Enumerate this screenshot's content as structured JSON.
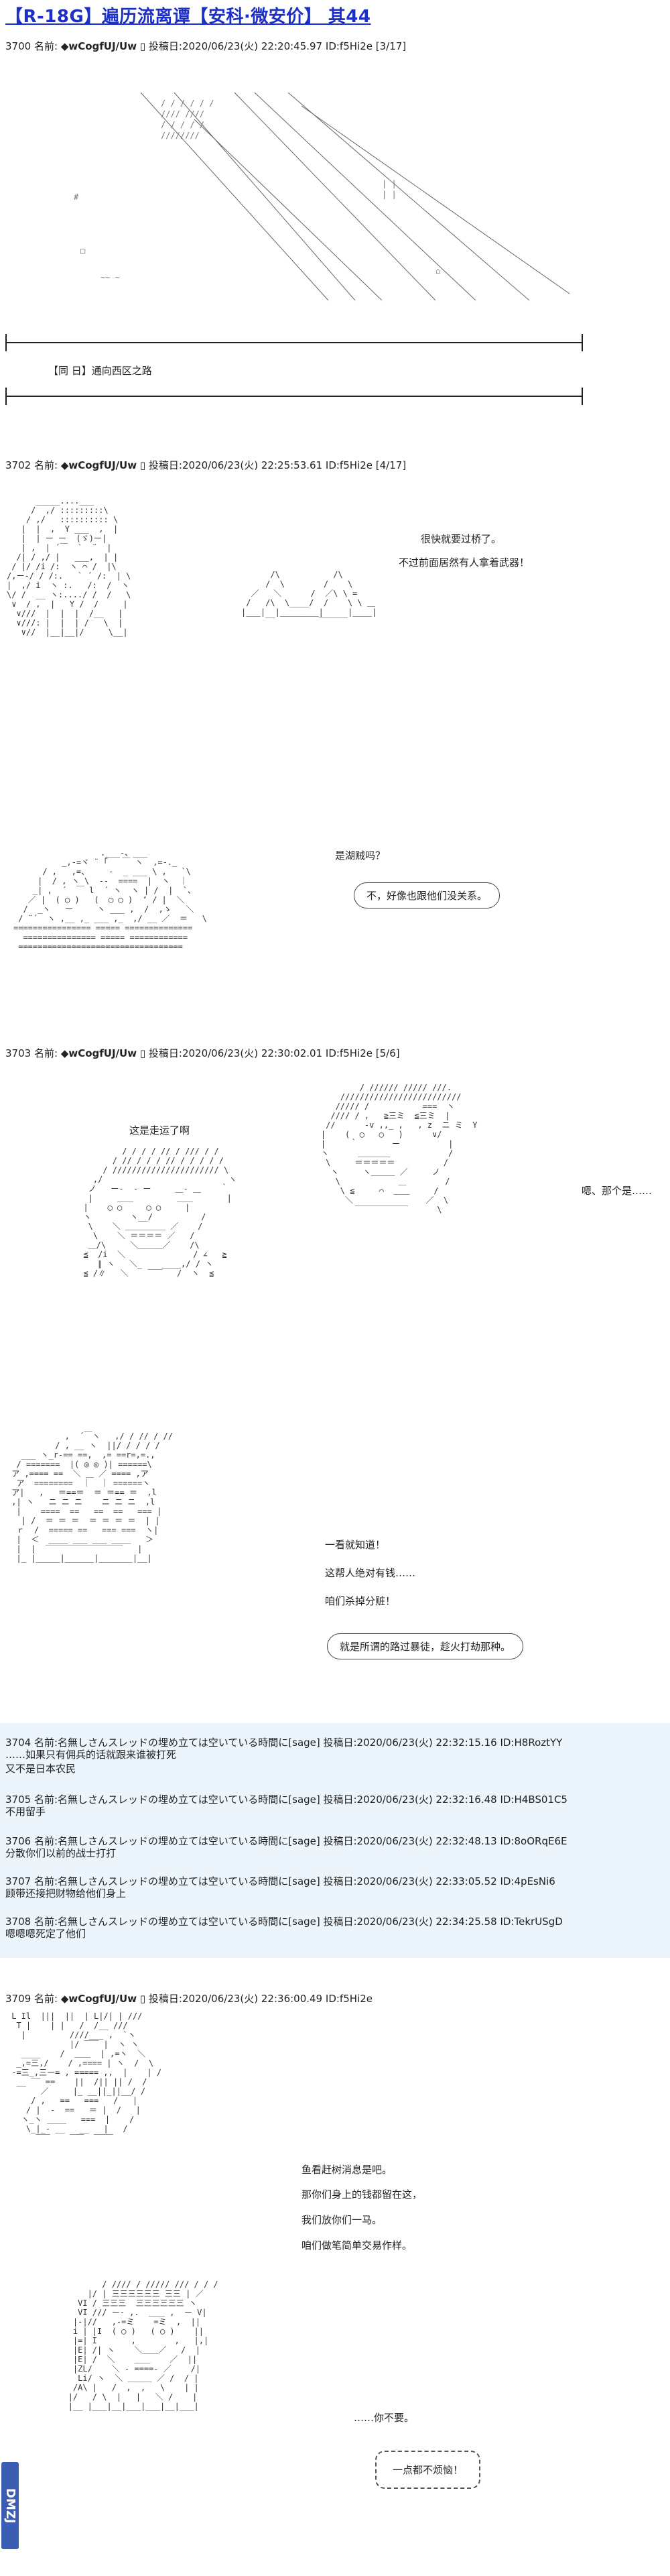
{
  "title": "【R-18G】遍历流离谭【安科·微安价】 其44",
  "posts": [
    {
      "no": "3700",
      "label": "名前:",
      "name": "◆wCogfUJ/Uw",
      "mark": "▯",
      "date_label": "投稿日:",
      "date": "2020/06/23(火) 22:20:45.97",
      "id": "ID:f5Hi2e",
      "count": "[3/17]"
    },
    {
      "no": "3702",
      "label": "名前:",
      "name": "◆wCogfUJ/Uw",
      "mark": "▯",
      "date_label": "投稿日:",
      "date": "2020/06/23(火) 22:25:53.61",
      "id": "ID:f5Hi2e",
      "count": "[4/17]"
    },
    {
      "no": "3703",
      "label": "名前:",
      "name": "◆wCogfUJ/Uw",
      "mark": "▯",
      "date_label": "投稿日:",
      "date": "2020/06/23(火) 22:30:02.01",
      "id": "ID:f5Hi2e",
      "count": "[5/6]"
    },
    {
      "no": "3709",
      "label": "名前:",
      "name": "◆wCogfUJ/Uw",
      "mark": "▯",
      "date_label": "投稿日:",
      "date": "2020/06/23(火) 22:36:00.49",
      "id": "ID:f5Hi2e",
      "count": ""
    }
  ],
  "scene_caption": "【同 日】通向西区之路",
  "dialogue": {
    "p3702_a1": "很快就要过桥了。",
    "p3702_a2": "不过前面居然有人拿着武器！",
    "p3702_b1": "是湖贼吗？",
    "p3702_b2": "不，好像也跟他们没关系。",
    "p3703_a": "这是走运了啊",
    "p3703_b": "嗯、那个是……",
    "p3703_c1": "一看就知道！",
    "p3703_c2": "这帮人绝对有钱……",
    "p3703_c3": "咱们杀掉分赃！",
    "p3703_c4": "就是所谓的路过暴徒，趁火打劫那种。",
    "p3709_a1": "鱼看赶树消息是吧。",
    "p3709_a2": "那你们身上的钱都留在这，",
    "p3709_a3": "我们放你们一马。",
    "p3709_a4": "咱们做笔简单交易作样。",
    "p3709_b1": "……你不要。",
    "p3709_b2": "一点都不烦恼！"
  },
  "responses": [
    {
      "no": "3704",
      "head": "名前:名無しさんスレッドの埋め立ては空いている時間に[sage] 投稿日:2020/06/23(火) 22:32:15.16 ID:H8RoztYY",
      "msg": [
        "……如果只有佣兵的话就跟来谁被打死",
        "又不是日本农民"
      ]
    },
    {
      "no": "3705",
      "head": "名前:名無しさんスレッドの埋め立ては空いている時間に[sage] 投稿日:2020/06/23(火) 22:32:16.48 ID:H4BS01C5",
      "msg": [
        "不用留手"
      ]
    },
    {
      "no": "3706",
      "head": "名前:名無しさんスレッドの埋め立ては空いている時間に[sage] 投稿日:2020/06/23(火) 22:32:48.13 ID:8oORqE6E",
      "msg": [
        "分散你们以前的战士打打"
      ]
    },
    {
      "no": "3707",
      "head": "名前:名無しさんスレッドの埋め立ては空いている時間に[sage] 投稿日:2020/06/23(火) 22:33:05.52 ID:4pEsNi6",
      "msg": [
        "顾带还接把财物给他们身上"
      ]
    },
    {
      "no": "3708",
      "head": "名前:名無しさんスレッドの埋め立ては空いている時間に[sage] 投稿日:2020/06/23(火) 22:34:25.58 ID:TekrUSgD",
      "msg": [
        "嗯嗯嗯死定了他们"
      ]
    }
  ],
  "watermark": "DMZJ"
}
